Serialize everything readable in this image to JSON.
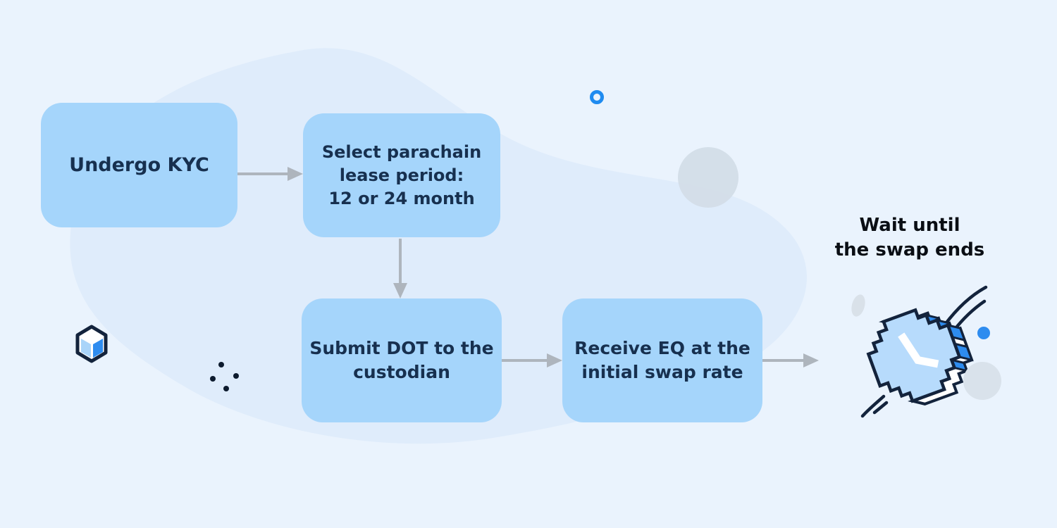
{
  "flow": {
    "steps": [
      {
        "name": "step-1",
        "lines": [
          "Undergo KYC"
        ]
      },
      {
        "name": "step-2",
        "lines": [
          "Select parachain",
          "lease period:",
          "12 or 24 month"
        ]
      },
      {
        "name": "step-3",
        "lines": [
          "Submit DOT to the",
          "custodian"
        ]
      },
      {
        "name": "step-4",
        "lines": [
          "Receive EQ at the",
          "initial swap rate"
        ]
      }
    ],
    "final_label": {
      "lines": [
        "Wait until",
        "the swap ends"
      ]
    }
  },
  "icons": {
    "clock": "pixel-clock-icon",
    "cube": "cube-icon",
    "speed_lines": "speed-lines-icon",
    "ring": "ring-icon",
    "dots": "dots-cluster"
  },
  "colors": {
    "background": "#EAF3FD",
    "blob": "#DFECFB",
    "box_fill": "#A5D5FB",
    "box_text": "#17304F",
    "final_label_text": "#0A0E14",
    "arrow": "#AEB5BD",
    "accent_blue": "#2E8CEF",
    "outline_navy": "#13233C",
    "clock_face": "#B7DBFC",
    "gray_shape": "#D3DDE8"
  }
}
